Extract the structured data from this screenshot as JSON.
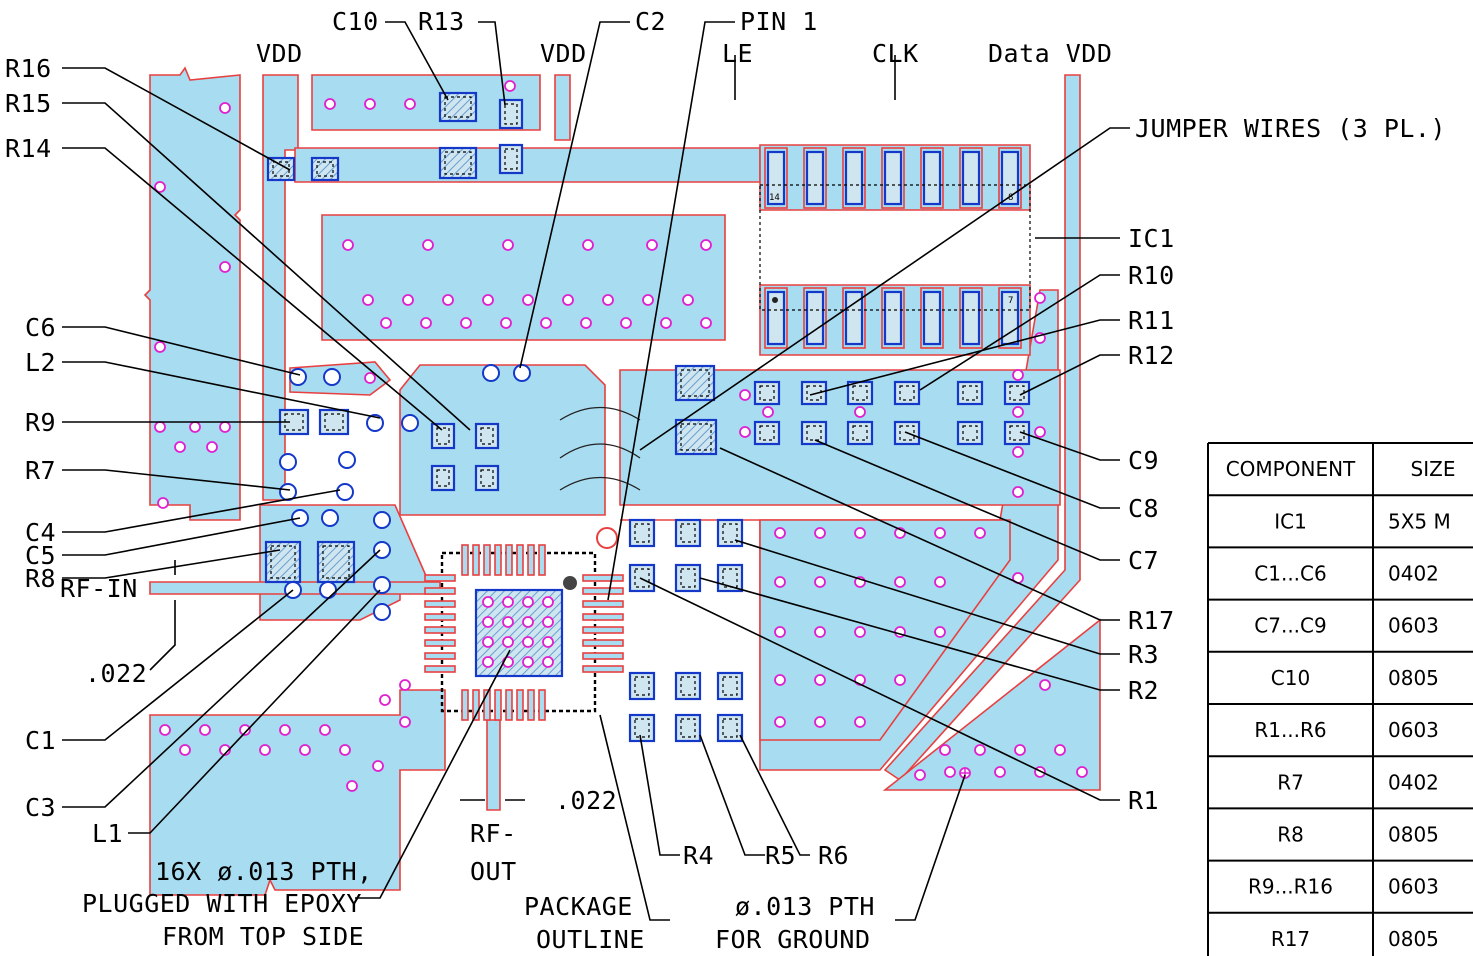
{
  "labels": {
    "c10": "C10",
    "r13": "R13",
    "vdd_left": "VDD",
    "vdd_mid": "VDD",
    "c2": "C2",
    "pin1": "PIN 1",
    "le": "LE",
    "clk": "CLK",
    "data_vdd": "Data VDD",
    "r16": "R16",
    "r15": "R15",
    "r14": "R14",
    "jumper_wires": "JUMPER WIRES (3 PL.)",
    "ic1": "IC1",
    "r10": "R10",
    "r11": "R11",
    "r12": "R12",
    "c6": "C6",
    "l2": "L2",
    "r9": "R9",
    "r7": "R7",
    "c4": "C4",
    "c5": "C5",
    "r8": "R8",
    "rf_in": "RF-IN",
    "dim_in": ".022",
    "c1": "C1",
    "c3": "C3",
    "l1": "L1",
    "c9": "C9",
    "c8": "C8",
    "c7": "C7",
    "r17": "R17",
    "r3": "R3",
    "r2": "R2",
    "r1": "R1",
    "r4": "R4",
    "r5": "R5",
    "r6": "R6",
    "dim_out": ".022",
    "rf_out_1": "RF-",
    "rf_out_2": "OUT",
    "pth_note_1": "16X ø.013 PTH,",
    "pth_note_2": "PLUGGED WITH EPOXY",
    "pth_note_3": "FROM TOP SIDE",
    "pkg_outline_1": "PACKAGE",
    "pkg_outline_2": "OUTLINE",
    "ground_pth_1": "ø.013 PTH",
    "ground_pth_2": "FOR GROUND",
    "ic_pin14": "14",
    "ic_pin8": "8",
    "ic_pin7": "7"
  },
  "table": {
    "headers": [
      "COMPONENT",
      "SIZE"
    ],
    "rows": [
      [
        "IC1",
        "5X5 M"
      ],
      [
        "C1...C6",
        "0402"
      ],
      [
        "C7...C9",
        "0603"
      ],
      [
        "C10",
        "0805"
      ],
      [
        "R1...R6",
        "0603"
      ],
      [
        "R7",
        "0402"
      ],
      [
        "R8",
        "0805"
      ],
      [
        "R9...R16",
        "0603"
      ],
      [
        "R17",
        "0805"
      ]
    ]
  },
  "colors": {
    "copper": "#a8dcf0",
    "copper_outline": "#e84040",
    "pad_outline": "#1438c8",
    "via": "#e020d0"
  }
}
